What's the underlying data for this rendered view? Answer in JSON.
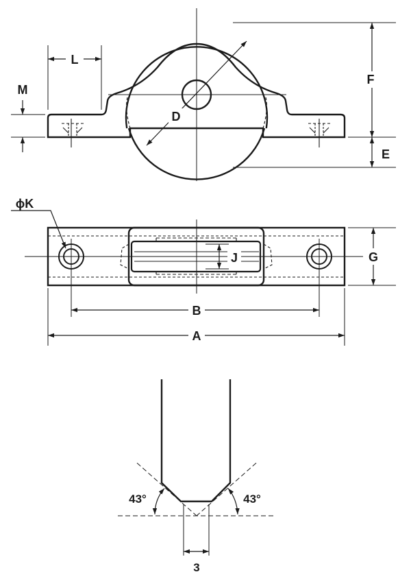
{
  "labels": {
    "L": "L",
    "M": "M",
    "D": "D",
    "F": "F",
    "E": "E",
    "phiK": "ϕK",
    "J": "J",
    "G": "G",
    "B": "B",
    "A": "A",
    "angle_left": "43°",
    "angle_right": "43°",
    "groove_width": "3"
  },
  "colors": {
    "ink": "#1a1a1a",
    "background": "#ffffff"
  }
}
